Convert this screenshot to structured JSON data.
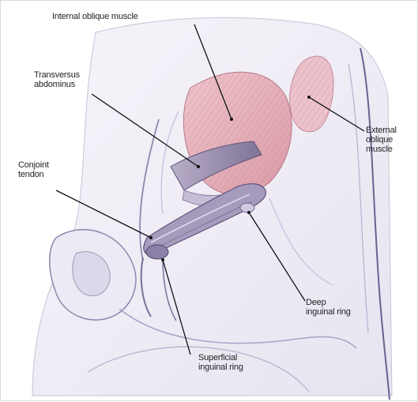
{
  "labels": {
    "internal_oblique": [
      "Internal oblique muscle"
    ],
    "transversus": [
      "Transversus",
      "abdominus"
    ],
    "conjoint": [
      "Conjoint",
      "tendon"
    ],
    "external_oblique": [
      "External",
      "oblique",
      "muscle"
    ],
    "deep_ring": [
      "Deep",
      "inguinal ring"
    ],
    "superficial_ring": [
      "Superficial",
      "inguinal ring"
    ]
  }
}
